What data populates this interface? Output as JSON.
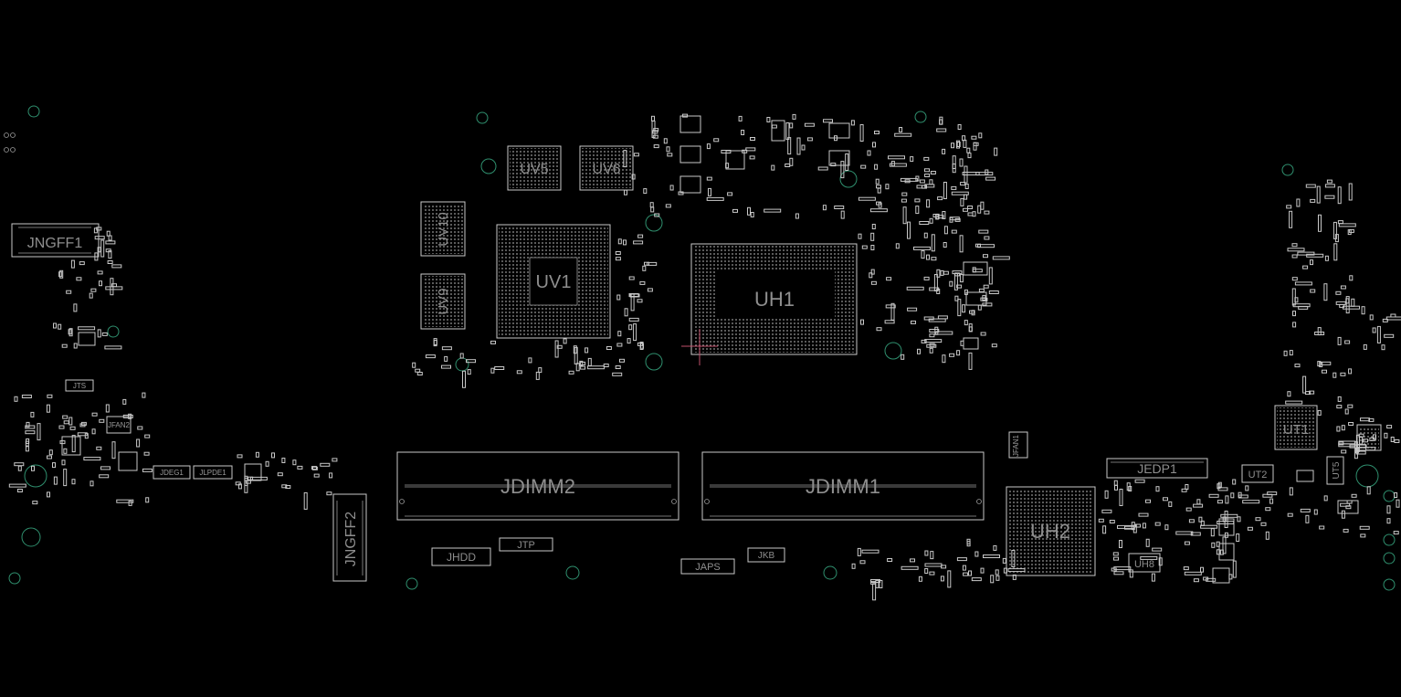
{
  "board": {
    "background": "#000000",
    "outline_color": "#c9c9c9",
    "label_color": "#8e8e8e",
    "via_color": "#2f8f6e",
    "marker_color": "#c0506a"
  },
  "components": {
    "uv5": "UV5",
    "uv6": "UV6",
    "uv10": "UV10",
    "uv9": "UV9",
    "uv1": "UV1",
    "uh1": "UH1",
    "uh2": "UH2",
    "ut1": "UT1",
    "ut2": "UT2",
    "ut5": "UT5",
    "uh8": "UH8"
  },
  "connectors": {
    "jngff1": "JNGFF1",
    "jngff2": "JNGFF2",
    "jdimm2": "JDIMM2",
    "jdimm1": "JDIMM1",
    "jedp1": "JEDP1",
    "jhdd": "JHDD",
    "jtp": "JTP",
    "japs": "JAPS",
    "jkb": "JKB",
    "jdeg1": "JDEG1",
    "jlpde1": "JLPDE1",
    "jts": "JTS",
    "jfan2": "JFAN2",
    "jfan1": "JFAN1"
  }
}
